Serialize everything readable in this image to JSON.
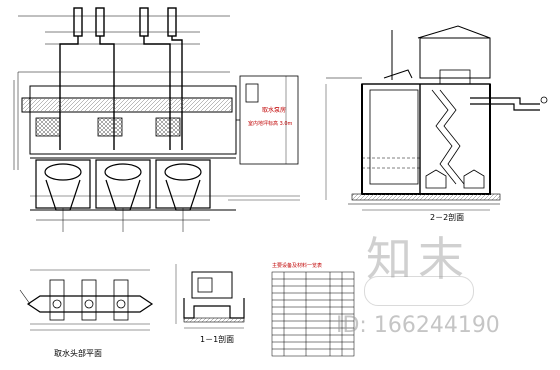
{
  "labels": {
    "plan_title": "取水头部平面",
    "section_22": "2－2剖面",
    "section_11": "1－1剖面",
    "reservoir_note": "取水泵房",
    "reservoir_level": "室内地坪标高 3.0m",
    "table_title": "主要设备及材料一览表"
  },
  "watermark": {
    "brand": "知末",
    "id_text": "ID: 166244190"
  },
  "colors": {
    "line": "#000000",
    "accent": "#c00000",
    "hatch": "#d9d9d9",
    "watermark": "#969696"
  }
}
